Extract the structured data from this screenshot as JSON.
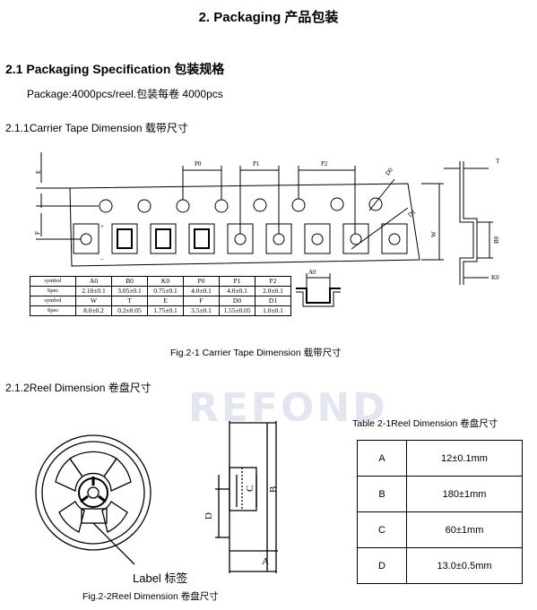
{
  "title": "2. Packaging 产品包装",
  "spec": {
    "heading": "2.1 Packaging Specification 包装规格",
    "package_line": "Package:4000pcs/reel.包装每卷 4000pcs"
  },
  "carrier": {
    "heading": "2.1.1Carrier Tape Dimension 载带尺寸",
    "labels": {
      "E": "E",
      "F": "F",
      "P0": "P0",
      "P1": "P1",
      "P2": "P2",
      "D0": "D0",
      "D1": "D1",
      "W": "W",
      "T": "T",
      "B0": "B0",
      "K0": "K0",
      "A0": "A0",
      "plus": "+",
      "minus": "−"
    },
    "table": {
      "row1_symbols": [
        "symbol",
        "A0",
        "B0",
        "K0",
        "P0",
        "P1",
        "P2"
      ],
      "row1_specs": [
        "Spec",
        "2.10±0.1",
        "3.05±0.1",
        "0.75±0.1",
        "4.0±0.1",
        "4.0±0.1",
        "2.0±0.1"
      ],
      "row2_symbols": [
        "symbol",
        "W",
        "T",
        "E",
        "F",
        "D0",
        "D1"
      ],
      "row2_specs": [
        "Spec",
        "8.0±0.2",
        "0.2±0.05",
        "1.75±0.1",
        "3.5±0.1",
        "1.55±0.05",
        "1.0±0.1"
      ]
    },
    "caption": "Fig.2-1 Carrier Tape Dimension 载带尺寸"
  },
  "reel": {
    "heading": "2.1.2Reel Dimension 卷盘尺寸",
    "watermark": "REFOND",
    "table_caption": "Table 2-1Reel Dimension 卷盘尺寸",
    "rows": [
      {
        "key": "A",
        "value": "12±0.1mm"
      },
      {
        "key": "B",
        "value": "180±1mm"
      },
      {
        "key": "C",
        "value": "60±1mm"
      },
      {
        "key": "D",
        "value": "13.0±0.5mm"
      }
    ],
    "dim_labels": {
      "A": "A",
      "B": "B",
      "C": "C",
      "D": "D"
    },
    "label_text": "Label 标签",
    "caption": "Fig.2-2Reel Dimension 卷盘尺寸"
  }
}
